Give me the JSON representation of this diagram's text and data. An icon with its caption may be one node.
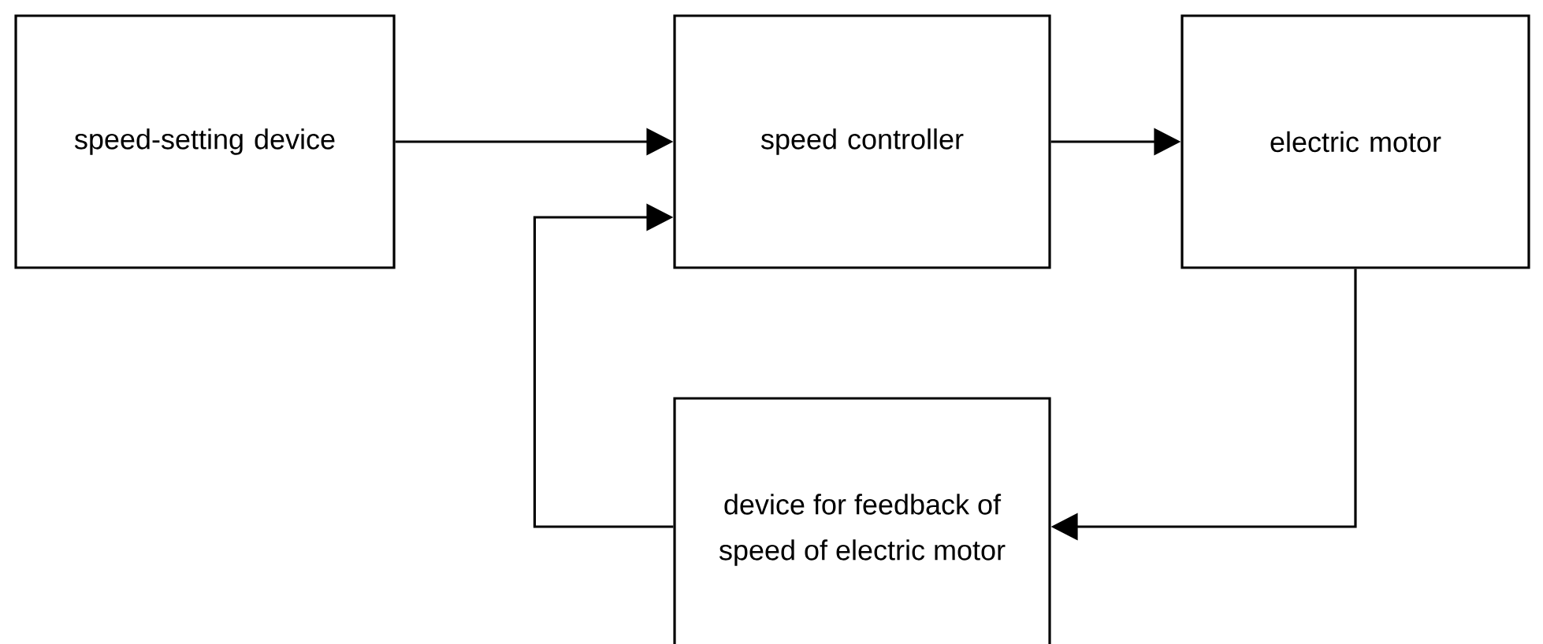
{
  "diagram": {
    "nodes": [
      {
        "text": [
          "speed-setting device"
        ]
      },
      {
        "text": [
          "speed controller"
        ]
      },
      {
        "text": [
          "electric motor"
        ]
      },
      {
        "text": [
          "device for feedback of speed of electric motor"
        ]
      }
    ],
    "edges": [
      {
        "from": 0,
        "to": 1,
        "arrow": "to"
      },
      {
        "from": 1,
        "to": 2,
        "arrow": "to"
      },
      {
        "from": 2,
        "to": 3,
        "arrow": "to"
      },
      {
        "from": 3,
        "to": 1,
        "arrow": "to"
      }
    ]
  }
}
